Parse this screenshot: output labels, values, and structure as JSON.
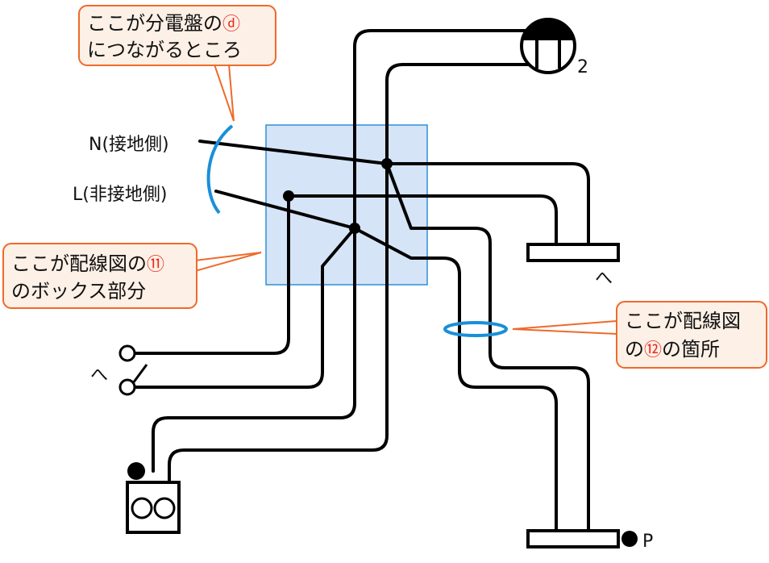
{
  "labels": {
    "n_wire": "N(接地側)",
    "l_wire": "L(非接地側)",
    "switch_symbol": "へ",
    "lamp_symbol": "へ",
    "receptacle_number": "2",
    "pilot_p": "P"
  },
  "callouts": {
    "panel": {
      "line1_prefix": "ここが分電盤の",
      "line1_mark": "ⓓ",
      "line2": "につながるところ"
    },
    "box": {
      "line1_prefix": "ここが配線図の",
      "line1_mark": "⑪",
      "line2": "のボックス部分"
    },
    "wiring": {
      "line1": "ここが配線図",
      "line2_prefix": "の",
      "line2_mark": "⑫",
      "line2_suffix": "の箇所"
    }
  },
  "colors": {
    "callout_border": "#ee6a2a",
    "callout_fill": "#fdf0e6",
    "box_fill": "#d5e4f6",
    "box_border": "#2e8fd8",
    "bracket": "#1a8fd8",
    "mark_red": "#e8291e"
  }
}
